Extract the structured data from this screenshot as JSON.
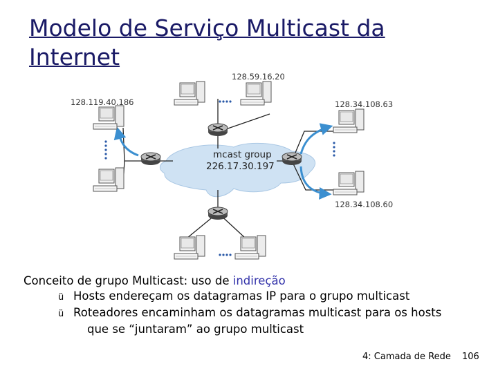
{
  "slide": {
    "title": "Modelo de Serviço Multicast da Internet"
  },
  "diagram": {
    "group_label": "mcast group",
    "group_address": "226.17.30.197",
    "host_labels": {
      "top": "128.59.16.20",
      "left": "128.119.40.186",
      "right_top": "128.34.108.63",
      "right_bottom": "128.34.108.60"
    },
    "colors": {
      "cloud": "#cfe2f3",
      "arrow": "#3b8fd0",
      "link": "#222222"
    }
  },
  "body": {
    "concept_prefix": "Conceito de grupo Multicast: uso de ",
    "concept_highlight": "indireção",
    "bullet_glyph": "ü",
    "bullets": [
      "Hosts endereçam os datagramas IP para o grupo multicast",
      "Roteadores encaminham os datagramas multicast para os hosts",
      "que se “juntaram” ao grupo multicast"
    ]
  },
  "footer": {
    "chapter": "4: Camada de Rede",
    "page": "106"
  }
}
